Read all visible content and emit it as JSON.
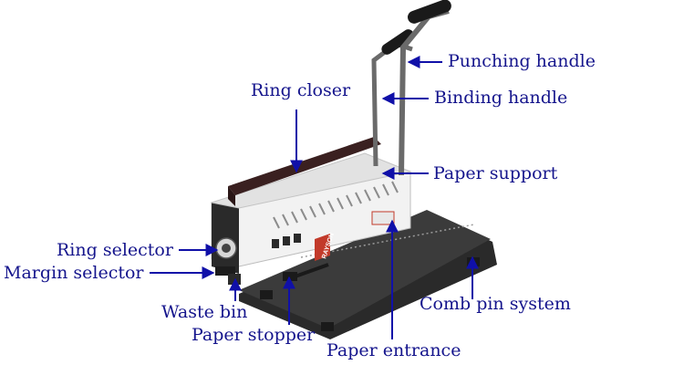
{
  "diagram": {
    "labels": {
      "punching_handle": "Punching handle",
      "binding_handle": "Binding handle",
      "ring_closer": "Ring closer",
      "paper_support": "Paper support",
      "ring_selector": "Ring selector",
      "margin_selector": "Margin selector",
      "waste_bin": "Waste bin",
      "paper_stopper": "Paper stopper",
      "comb_pin_system": "Comb pin system",
      "paper_entrance": "Paper entrance"
    },
    "brand": "RAYSON",
    "colors": {
      "label": "#14148c",
      "arrow": "#1010a8",
      "base": "#2a2a2a",
      "body": "#f2f2f2",
      "ring_closer": "#3a2020"
    }
  }
}
